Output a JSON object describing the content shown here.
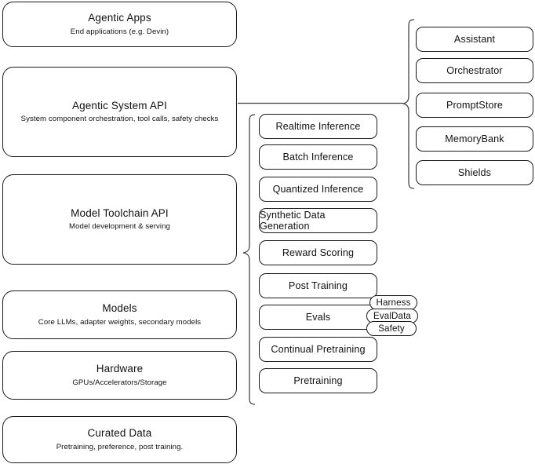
{
  "diagram": {
    "title": "Llama Stack layered architecture",
    "background_color": "#ffffff",
    "stroke_color": "#1a1a1a",
    "connector_color": "#3f3f3f"
  },
  "stack_layers": [
    {
      "title": "Agentic Apps",
      "subtitle": "End applications (e.g. Devin)"
    },
    {
      "title": "Agentic System API",
      "subtitle": "System component orchestration, tool calls, safety checks"
    },
    {
      "title": "Model Toolchain API",
      "subtitle": "Model development & serving"
    },
    {
      "title": "Models",
      "subtitle": "Core LLMs, adapter weights, secondary models"
    },
    {
      "title": "Hardware",
      "subtitle": "GPUs/Accelerators/Storage"
    },
    {
      "title": "Curated Data",
      "subtitle": "Pretraining, preference, post training."
    }
  ],
  "toolchain_capabilities": [
    {
      "label": "Realtime Inference"
    },
    {
      "label": "Batch Inference"
    },
    {
      "label": "Quantized Inference"
    },
    {
      "label": "Synthetic Data Generation"
    },
    {
      "label": "Reward Scoring"
    },
    {
      "label": "Post Training"
    },
    {
      "label": "Evals"
    },
    {
      "label": "Continual Pretraining"
    },
    {
      "label": "Pretraining"
    }
  ],
  "eval_badges": [
    {
      "label": "Harness"
    },
    {
      "label": "EvalData"
    },
    {
      "label": "Safety"
    }
  ],
  "agentic_components": [
    {
      "label": "Assistant"
    },
    {
      "label": "Orchestrator"
    },
    {
      "label": "PromptStore"
    },
    {
      "label": "MemoryBank"
    },
    {
      "label": "Shields"
    }
  ]
}
